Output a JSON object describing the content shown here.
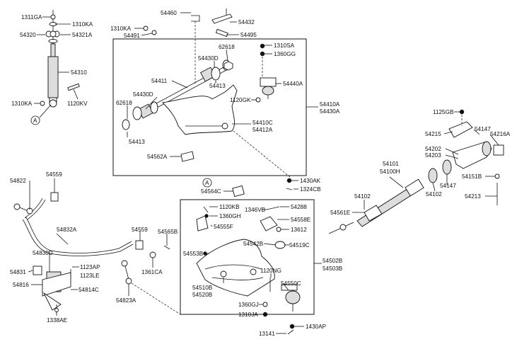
{
  "diagram": {
    "callout_letter": "A",
    "labels": {
      "p1311GA": "1311GA",
      "p1310KA_top": "1310KA",
      "p54320": "54320",
      "p54321A": "54321A",
      "p54310": "54310",
      "p1310KA_left": "1310KA",
      "p1120KV": "1120KV",
      "p54460": "54460",
      "p54432": "54432",
      "p54495": "54495",
      "p1310KA_mid": "1310KA",
      "p54491": "54491",
      "p62618_top": "62618",
      "p1310SA": "1310SA",
      "p1360GG": "1360GG",
      "p54430D_top": "54430D",
      "p54411": "54411",
      "p54413_top": "54413",
      "p54440A": "54440A",
      "p54430D_mid": "54430D",
      "p62618_left": "62618",
      "p1120GK": "1120GK",
      "p54410A": "54410A",
      "p54430A": "54430A",
      "p54410C": "54410C",
      "p54412A": "54412A",
      "p54413_bot": "54413",
      "p54562A": "54562A",
      "p1430AK": "1430AK",
      "p1324CB": "1324CB",
      "p1125GB": "1125GB",
      "p54215": "54215",
      "p54147_top": "54147",
      "p54216A": "54216A",
      "p54202": "54202",
      "p54203": "54203",
      "p54101": "54101",
      "p54100H": "54100H",
      "p54151B": "54151B",
      "p54147_bot": "54147",
      "p54102_a": "54102",
      "p54102_b": "54102",
      "p54213": "54213",
      "p54561E": "54561E",
      "p54822": "54822",
      "p54559_top": "54559",
      "p54564C": "54564C",
      "p1120KB": "1120KB",
      "p1360GH": "1360GH",
      "p1346VB": "1346VB",
      "p54288": "54288",
      "p54558E": "54558E",
      "p54555F": "54555F",
      "p13612": "13612",
      "p54832A": "54832A",
      "p54559_mid": "54559",
      "p54565B": "54565B",
      "p54542B": "54542B",
      "p54519C": "54519C",
      "p54830D": "54830D",
      "p54553B": "54553B",
      "p54502B": "54502B",
      "p54503B": "54503B",
      "p54831": "54831",
      "p1123AP": "1123AP",
      "p1123LE": "1123LE",
      "p54816": "54816",
      "p54814C": "54814C",
      "p1361CA": "1361CA",
      "p1120NG": "1120NG",
      "p54550C": "54550C",
      "p54510B": "54510B",
      "p54520B": "54520B",
      "p54823A": "54823A",
      "p1360GJ": "1360GJ",
      "p1310JA": "1310JA",
      "p1338AE": "1338AE",
      "p1430AP": "1430AP",
      "p13141": "13141"
    }
  }
}
